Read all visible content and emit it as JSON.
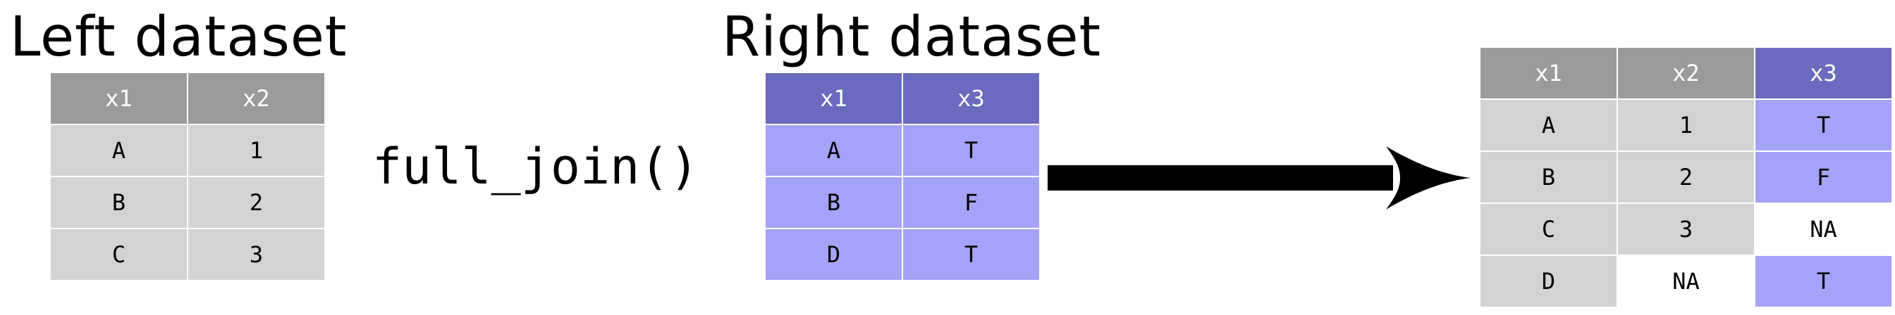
{
  "colors": {
    "left_header": "#9b9b9b",
    "left_cell": "#d3d3d3",
    "right_header": "#6a6abf",
    "right_cell": "#a3a3f8",
    "missing_cell": "#ffffff"
  },
  "left": {
    "title": "Left dataset",
    "columns": [
      "x1",
      "x2"
    ],
    "rows": [
      [
        "A",
        "1"
      ],
      [
        "B",
        "2"
      ],
      [
        "C",
        "3"
      ]
    ]
  },
  "right": {
    "title": "Right dataset",
    "columns": [
      "x1",
      "x3"
    ],
    "rows": [
      [
        "A",
        "T"
      ],
      [
        "B",
        "F"
      ],
      [
        "D",
        "T"
      ]
    ]
  },
  "operation": "full_join()",
  "result": {
    "columns": [
      "x1",
      "x2",
      "x3"
    ],
    "column_source": [
      "left",
      "left",
      "right"
    ],
    "rows": [
      [
        "A",
        "1",
        "T"
      ],
      [
        "B",
        "2",
        "F"
      ],
      [
        "C",
        "3",
        "NA"
      ],
      [
        "D",
        "NA",
        "T"
      ]
    ]
  }
}
